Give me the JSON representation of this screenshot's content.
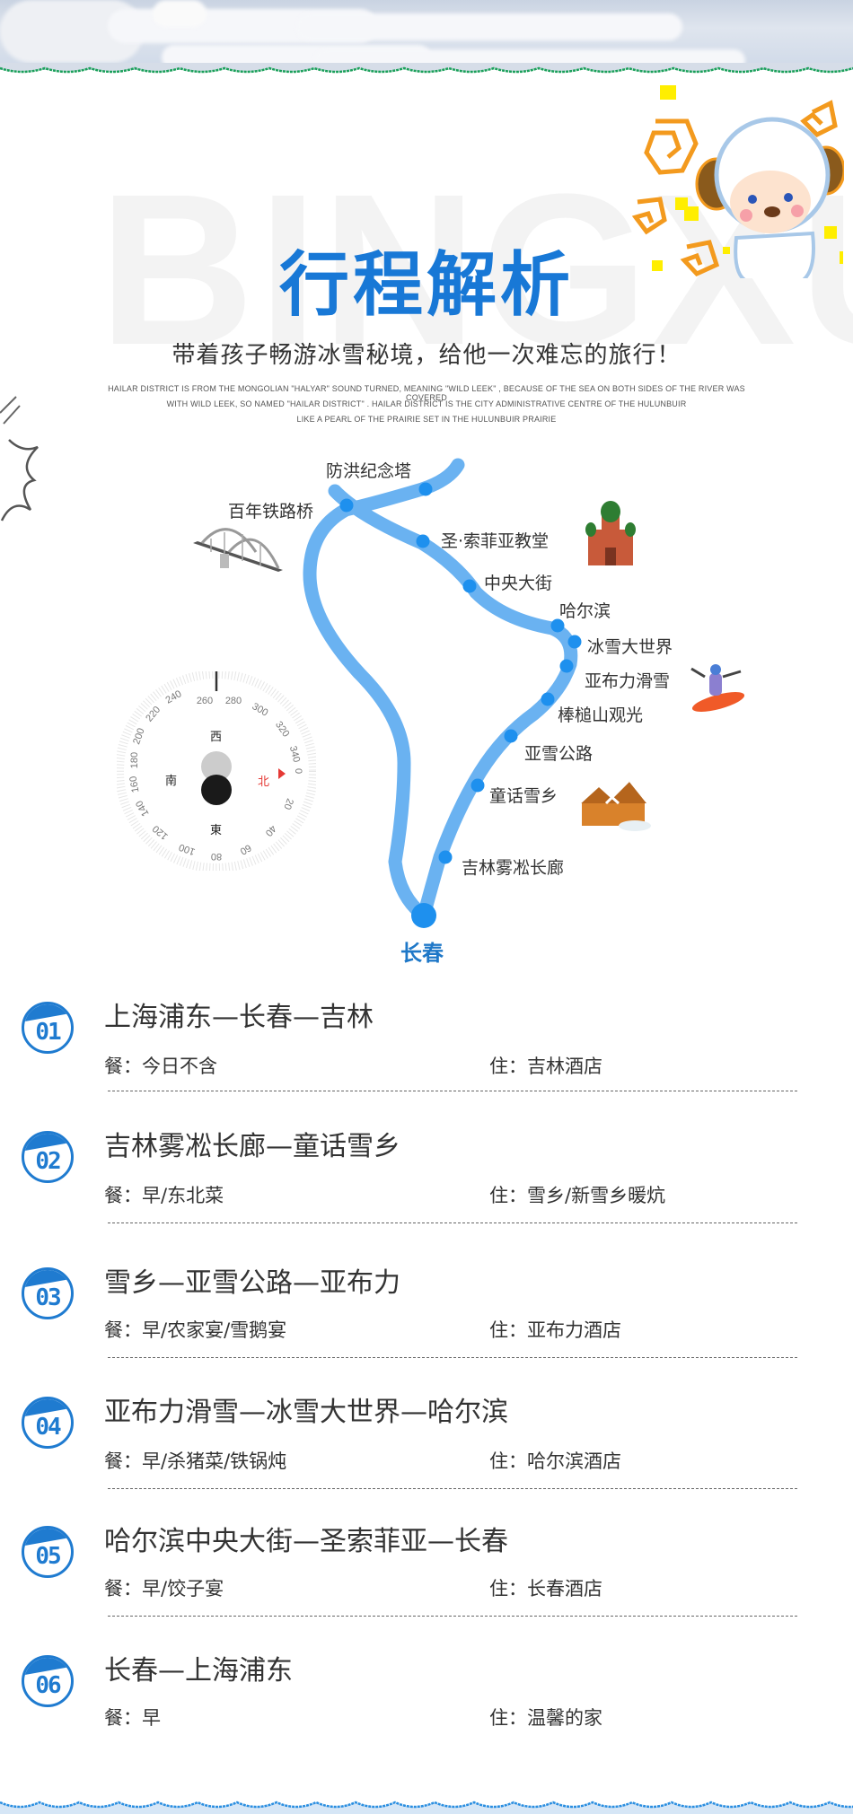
{
  "watermark": "BINGXUE",
  "header": {
    "title": "行程解析",
    "subtitle": "带着孩子畅游冰雪秘境，给他一次难忘的旅行！",
    "english_lines": [
      "HAILAR DISTRICT IS FROM THE MONGOLIAN \"HALYAR\" SOUND TURNED, MEANING \"WILD LEEK\" , BECAUSE OF THE SEA ON BOTH SIDES OF THE RIVER WAS COVERED",
      "WITH WILD LEEK, SO NAMED \"HAILAR DISTRICT\" . HAILAR DISTRICT IS THE CITY ADMINISTRATIVE CENTRE OF THE HULUNBUIR",
      "LIKE A PEARL OF THE PRAIRIE SET IN THE HULUNBUIR PRAIRIE"
    ]
  },
  "map": {
    "route_color": "#5aaaf0",
    "dot_color": "#1e90ee",
    "end_point": "长春",
    "stops": [
      {
        "name": "防洪纪念塔"
      },
      {
        "name": "百年铁路桥"
      },
      {
        "name": "圣·索菲亚教堂"
      },
      {
        "name": "中央大街"
      },
      {
        "name": "哈尔滨"
      },
      {
        "name": "冰雪大世界"
      },
      {
        "name": "亚布力滑雪"
      },
      {
        "name": "棒槌山观光"
      },
      {
        "name": "亚雪公路"
      },
      {
        "name": "童话雪乡"
      },
      {
        "name": "吉林雾凇长廊"
      }
    ],
    "icons": [
      "bridge-icon",
      "church-icon",
      "snowboarder-icon",
      "snow-house-icon"
    ]
  },
  "compass": {
    "directions": {
      "west": "西",
      "south": "南",
      "north": "北",
      "east": "東"
    },
    "ticks": [
      "0",
      "20",
      "40",
      "60",
      "80",
      "100",
      "120",
      "140",
      "160",
      "180",
      "200",
      "220",
      "240",
      "260",
      "280",
      "300",
      "320",
      "340"
    ],
    "accent": "#e53935"
  },
  "mascot": "sheep-mascot",
  "days": [
    {
      "num": "01",
      "title": "上海浦东—长春—吉林",
      "meal": "餐：今日不含",
      "stay": "住：吉林酒店"
    },
    {
      "num": "02",
      "title": "吉林雾凇长廊—童话雪乡",
      "meal": "餐：早/东北菜",
      "stay": "住：雪乡/新雪乡暖炕"
    },
    {
      "num": "03",
      "title": "雪乡—亚雪公路—亚布力",
      "meal": "餐：早/农家宴/雪鹅宴",
      "stay": "住：亚布力酒店"
    },
    {
      "num": "04",
      "title": "亚布力滑雪—冰雪大世界—哈尔滨",
      "meal": "餐：早/杀猪菜/铁锅炖",
      "stay": "住：哈尔滨酒店"
    },
    {
      "num": "05",
      "title": "哈尔滨中央大街—圣索菲亚—长春",
      "meal": "餐：早/饺子宴",
      "stay": "住：长春酒店"
    },
    {
      "num": "06",
      "title": "长春—上海浦东",
      "meal": "餐：早",
      "stay": "住：温馨的家"
    }
  ],
  "colors": {
    "accent_blue": "#1f7bd0",
    "top_border": "#1aa05a",
    "bottom_border": "#2a8ee0"
  }
}
